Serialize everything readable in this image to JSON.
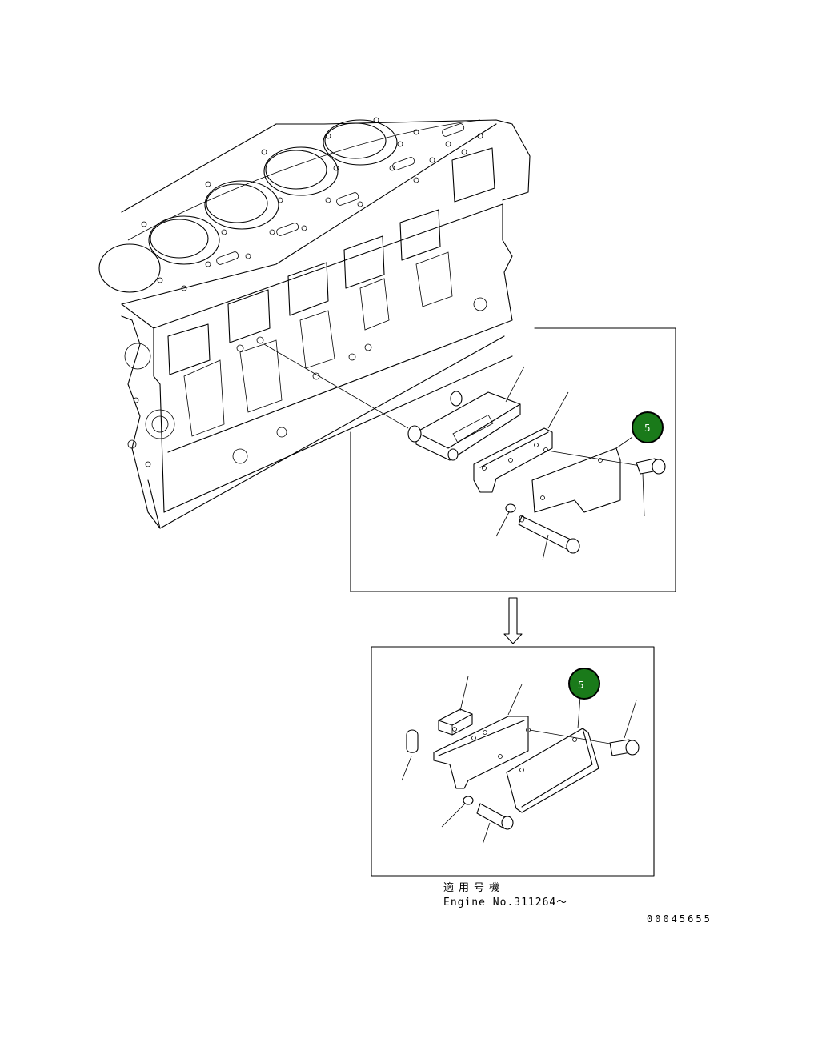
{
  "callouts": [
    {
      "id": "callout-top",
      "label": "5"
    },
    {
      "id": "callout-bottom",
      "label": "5"
    }
  ],
  "notes": {
    "applicable_label": "適用号機",
    "engine_no": "Engine No.311264～"
  },
  "drawing_id": "00045655",
  "colors": {
    "callout_fill": "#1a7a1a",
    "line": "#000000",
    "background": "#ffffff"
  }
}
